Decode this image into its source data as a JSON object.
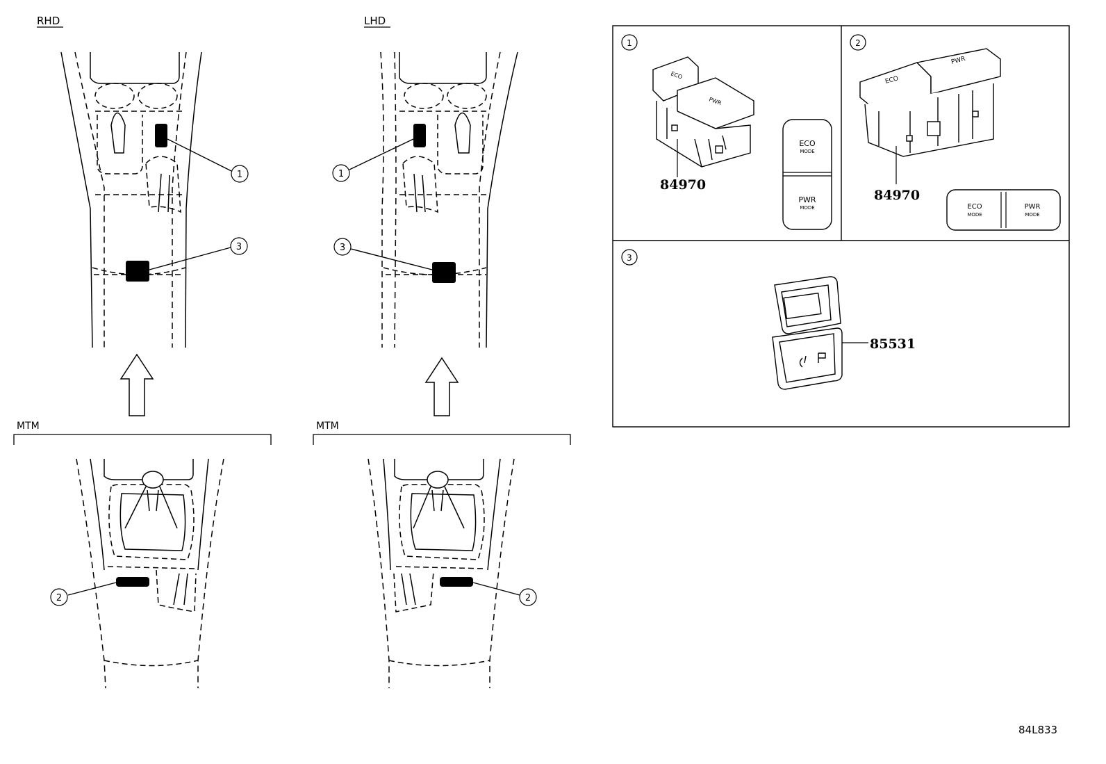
{
  "labels": {
    "rhd": "RHD",
    "lhd": "LHD",
    "mtm_left": "MTM",
    "mtm_right": "MTM",
    "diagram_code": "84L833"
  },
  "callouts": {
    "c1": "1",
    "c2": "2",
    "c3": "3"
  },
  "parts": {
    "p1": "84970",
    "p2": "84970",
    "p3": "85531"
  },
  "switch_text": {
    "eco": "ECO",
    "pwr": "PWR",
    "mode": "MODE"
  }
}
